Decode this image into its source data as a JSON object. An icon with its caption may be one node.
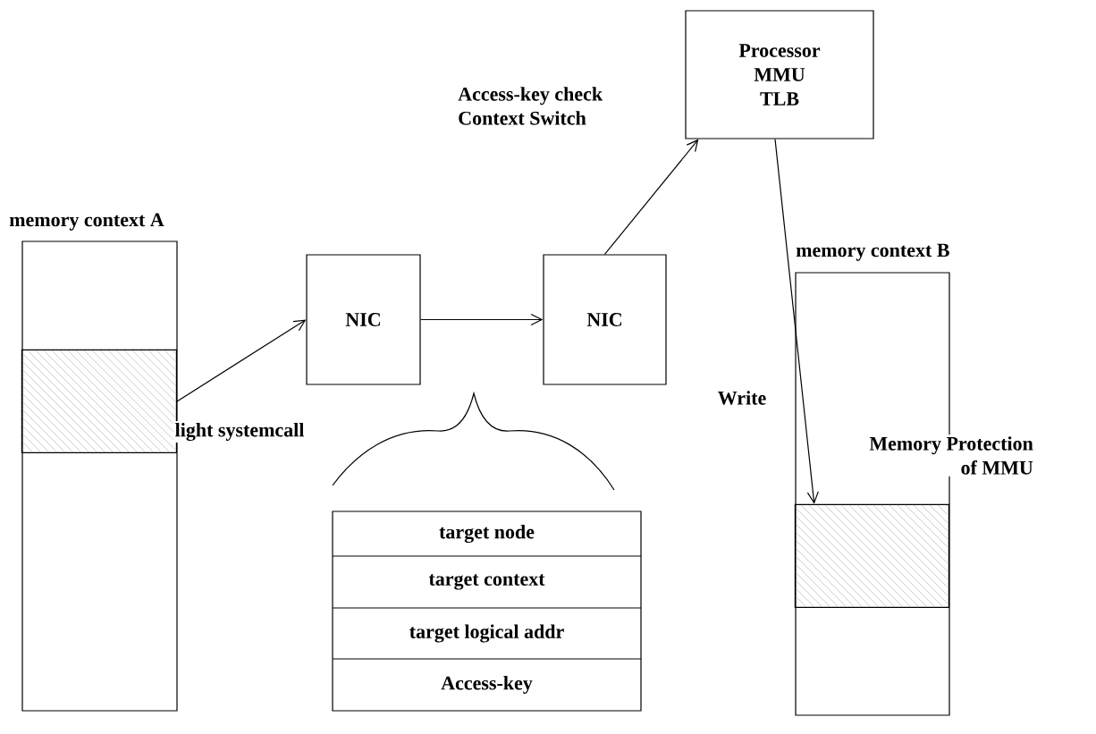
{
  "diagram": {
    "nodes": [
      {
        "text": [
          "memory context A"
        ]
      },
      {
        "text": [],
        "shape": "box",
        "in": 0
      },
      {
        "text": [
          "NIC"
        ]
      },
      {
        "text": [
          "NIC"
        ]
      },
      {
        "text": [
          "Processor MMU TLB"
        ]
      },
      {
        "text": [
          "memory context B"
        ]
      },
      {
        "text": [],
        "shape": "box",
        "in": 5
      },
      {
        "text": [
          "target node",
          "target context",
          "target logical addr",
          "Access-key"
        ]
      }
    ],
    "edges": [
      {
        "from": 1,
        "to": 2,
        "arrow": "to",
        "label": "light systemcall"
      },
      {
        "from": 2,
        "to": 3,
        "arrow": "to"
      },
      {
        "from": 3,
        "to": 4,
        "arrow": "to",
        "label": "Access-key check Context Switch"
      },
      {
        "from": 4,
        "to": 6,
        "arrow": "to",
        "label": "Write"
      }
    ],
    "labels": [
      "Memory Protection of MMU"
    ]
  }
}
